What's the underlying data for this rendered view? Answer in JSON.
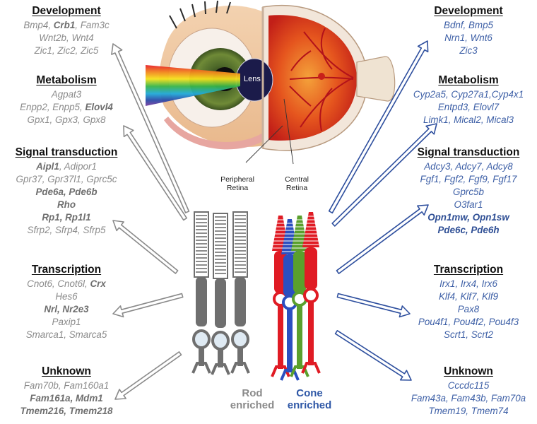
{
  "left_panels": [
    {
      "title": "Development",
      "lines": [
        [
          {
            "t": "Bmp4, "
          },
          {
            "t": "Crb1",
            "b": true
          },
          {
            "t": ", Fam3c"
          }
        ],
        [
          {
            "t": "Wnt2b, Wnt4"
          }
        ],
        [
          {
            "t": "Zic1, Zic2, Zic5"
          }
        ]
      ]
    },
    {
      "title": "Metabolism",
      "lines": [
        [
          {
            "t": "Agpat3"
          }
        ],
        [
          {
            "t": "Enpp2, Enpp5, "
          },
          {
            "t": "Elovl4",
            "b": true
          }
        ],
        [
          {
            "t": "Gpx1, Gpx3, Gpx8"
          }
        ]
      ]
    },
    {
      "title": "Signal transduction",
      "lines": [
        [
          {
            "t": "Aipl1",
            "b": true
          },
          {
            "t": ", Adipor1"
          }
        ],
        [
          {
            "t": "Gpr37, Gpr37l1, Gprc5c"
          }
        ],
        [
          {
            "t": "Pde6a, Pde6b",
            "b": true
          }
        ],
        [
          {
            "t": "Rho",
            "b": true
          }
        ],
        [
          {
            "t": "Rp1, Rp1l1",
            "b": true
          }
        ],
        [
          {
            "t": "Sfrp2, Sfrp4, Sfrp5"
          }
        ]
      ]
    },
    {
      "title": "Transcription",
      "lines": [
        [
          {
            "t": "Cnot6, Cnot6l, "
          },
          {
            "t": "Crx",
            "b": true
          }
        ],
        [
          {
            "t": "Hes6"
          }
        ],
        [
          {
            "t": "Nrl, Nr2e3",
            "b": true
          }
        ],
        [
          {
            "t": "Paxip1"
          }
        ],
        [
          {
            "t": "Smarca1, Smarca5"
          }
        ]
      ]
    },
    {
      "title": "Unknown",
      "lines": [
        [
          {
            "t": "Fam70b, Fam160a1"
          }
        ],
        [
          {
            "t": "Fam161a, Mdm1",
            "b": true
          }
        ],
        [
          {
            "t": "Tmem216, Tmem218",
            "b": true
          }
        ]
      ]
    }
  ],
  "right_panels": [
    {
      "title": "Development",
      "lines": [
        [
          {
            "t": "Bdnf, Bmp5"
          }
        ],
        [
          {
            "t": "Nrn1, Wnt6"
          }
        ],
        [
          {
            "t": "Zic3"
          }
        ]
      ]
    },
    {
      "title": "Metabolism",
      "lines": [
        [
          {
            "t": "Cyp2a5, Cyp27a1,Cyp4x1"
          }
        ],
        [
          {
            "t": "Entpd3, Elovl7"
          }
        ],
        [
          {
            "t": "Limk1, Mical2, Mical3"
          }
        ]
      ]
    },
    {
      "title": "Signal transduction",
      "lines": [
        [
          {
            "t": "Adcy3, Adcy7, Adcy8"
          }
        ],
        [
          {
            "t": "Fgf1, Fgf2, Fgf9, Fgf17"
          }
        ],
        [
          {
            "t": "Gprc5b"
          }
        ],
        [
          {
            "t": "O3far1"
          }
        ],
        [
          {
            "t": "Opn1mw, Opn1sw",
            "b": true
          }
        ],
        [
          {
            "t": "Pde6c, Pde6h",
            "b": true
          }
        ]
      ]
    },
    {
      "title": "Transcription",
      "lines": [
        [
          {
            "t": "Irx1, Irx4, Irx6"
          }
        ],
        [
          {
            "t": "Klf4, Klf7, Klf9"
          }
        ],
        [
          {
            "t": "Pax8"
          }
        ],
        [
          {
            "t": "Pou4f1, Pou4f2, Pou4f3"
          }
        ],
        [
          {
            "t": "Scrt1, Scrt2"
          }
        ]
      ]
    },
    {
      "title": "Unknown",
      "lines": [
        [
          {
            "t": "Cccdc115"
          }
        ],
        [
          {
            "t": "Fam43a, Fam43b, Fam70a"
          }
        ],
        [
          {
            "t": "Tmem19, Tmem74"
          }
        ]
      ]
    }
  ],
  "eye_labels": {
    "lens": "Lens",
    "peripheral": [
      "Peripheral",
      "Retina"
    ],
    "central": [
      "Central",
      "Retina"
    ]
  },
  "cell_labels": {
    "rod": [
      "Rod",
      "enriched"
    ],
    "cone": [
      "Cone",
      "enriched"
    ]
  },
  "colors": {
    "left_text": "#8a8a8a",
    "right_text": "#3d5fa6",
    "rod_gray": "#6f6f6f",
    "cone_red": "#e01b24",
    "cone_green": "#5aa02c",
    "cone_blue": "#2b4fc0",
    "right_arrow": "#2e4f9e"
  }
}
